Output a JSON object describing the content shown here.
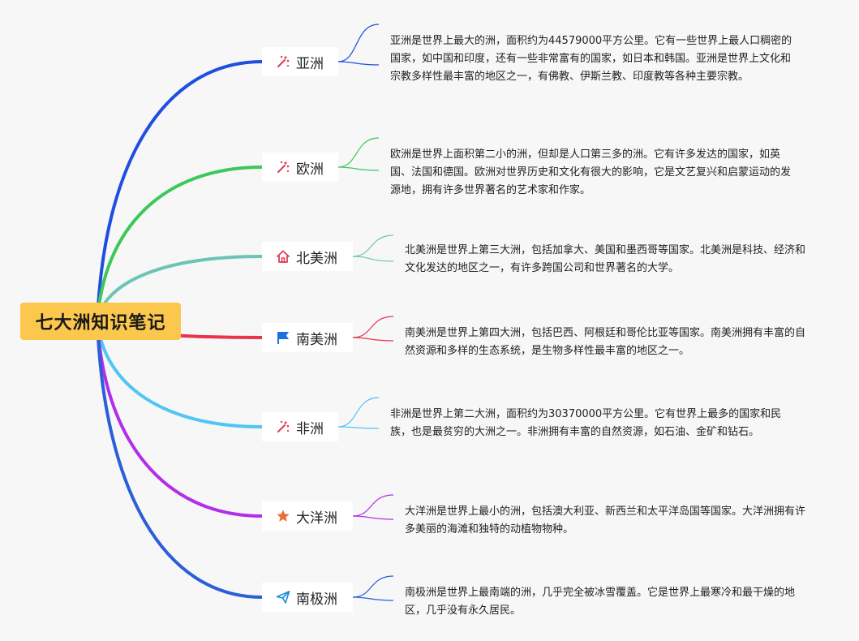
{
  "root": {
    "label": "七大洲知识笔记",
    "color": "#fbc84d"
  },
  "branches": [
    {
      "id": "asia",
      "label": "亚洲",
      "icon": "sparkle-wand-icon",
      "color": "#1f4fe0",
      "note": "亚洲是世界上最大的洲，面积约为44579000平方公里。它有一些世界上最人口稠密的国家，如中国和印度，还有一些非常富有的国家，如日本和韩国。亚洲是世界上文化和宗教多样性最丰富的地区之一，有佛教、伊斯兰教、印度教等各种主要宗教。"
    },
    {
      "id": "europe",
      "label": "欧洲",
      "icon": "sparkle-wand-icon",
      "color": "#3cc85a",
      "note": "欧洲是世界上面积第二小的洲，但却是人口第三多的洲。它有许多发达的国家，如英国、法国和德国。欧洲对世界历史和文化有很大的影响，它是文艺复兴和启蒙运动的发源地，拥有许多世界著名的艺术家和作家。"
    },
    {
      "id": "north-america",
      "label": "北美洲",
      "icon": "home-icon",
      "color": "#6cc4b6",
      "note": "北美洲是世界上第三大洲，包括加拿大、美国和墨西哥等国家。北美洲是科技、经济和文化发达的地区之一，有许多跨国公司和世界著名的大学。"
    },
    {
      "id": "south-america",
      "label": "南美洲",
      "icon": "flag-icon",
      "color": "#e8344c",
      "note": "南美洲是世界上第四大洲，包括巴西、阿根廷和哥伦比亚等国家。南美洲拥有丰富的自然资源和多样的生态系统，是生物多样性最丰富的地区之一。"
    },
    {
      "id": "africa",
      "label": "非洲",
      "icon": "sparkle-wand-icon",
      "color": "#4fc6f4",
      "note": "非洲是世界上第二大洲，面积约为30370000平方公里。它有世界上最多的国家和民族，也是最贫穷的大洲之一。非洲拥有丰富的自然资源，如石油、金矿和钻石。"
    },
    {
      "id": "oceania",
      "label": "大洋洲",
      "icon": "star-icon",
      "color": "#b22ee8",
      "note": "大洋洲是世界上最小的洲，包括澳大利亚、新西兰和太平洋岛国等国家。大洋洲拥有许多美丽的海滩和独特的动植物物种。"
    },
    {
      "id": "antarctica",
      "label": "南极洲",
      "icon": "paper-plane-icon",
      "color": "#2a5fd8",
      "note": "南极洲是世界上最南端的洲，几乎完全被冰雪覆盖。它是世界上最寒冷和最干燥的地区，几乎没有永久居民。"
    }
  ]
}
